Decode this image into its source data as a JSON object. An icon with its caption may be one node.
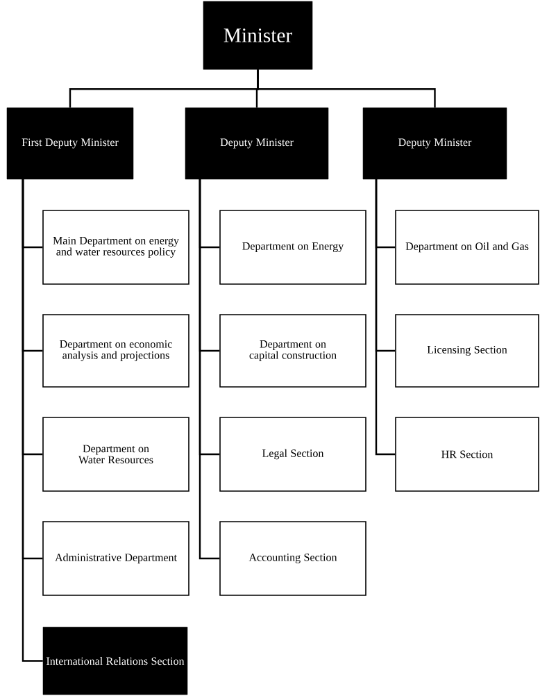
{
  "diagram": {
    "nodes": [
      {
        "text": [
          "Minister"
        ]
      },
      {
        "text": [
          "First Deputy Minister"
        ]
      },
      {
        "text": [
          "Deputy Minister"
        ]
      },
      {
        "text": [
          "Deputy Minister"
        ]
      },
      {
        "text": [
          "Main Department on energy and water resources policy"
        ]
      },
      {
        "text": [
          "Department on economic analysis and projections"
        ]
      },
      {
        "text": [
          "Department on Water Resources"
        ]
      },
      {
        "text": [
          "Administrative Department"
        ]
      },
      {
        "text": [
          "International Relations Section"
        ]
      },
      {
        "text": [
          "Department on Energy"
        ]
      },
      {
        "text": [
          "Department on capital construction"
        ]
      },
      {
        "text": [
          "Legal Section"
        ]
      },
      {
        "text": [
          "Accounting Section"
        ]
      },
      {
        "text": [
          "Department on Oil and Gas"
        ]
      },
      {
        "text": [
          "Licensing Section"
        ]
      },
      {
        "text": [
          "HR Section"
        ]
      }
    ],
    "edges": [
      {
        "from": 0,
        "to": 1,
        "arrow": "none"
      },
      {
        "from": 0,
        "to": 2,
        "arrow": "none"
      },
      {
        "from": 0,
        "to": 3,
        "arrow": "none"
      },
      {
        "from": 1,
        "to": 4,
        "arrow": "none"
      },
      {
        "from": 1,
        "to": 5,
        "arrow": "none"
      },
      {
        "from": 1,
        "to": 6,
        "arrow": "none"
      },
      {
        "from": 1,
        "to": 7,
        "arrow": "none"
      },
      {
        "from": 1,
        "to": 8,
        "arrow": "none"
      },
      {
        "from": 2,
        "to": 9,
        "arrow": "none"
      },
      {
        "from": 2,
        "to": 10,
        "arrow": "none"
      },
      {
        "from": 2,
        "to": 11,
        "arrow": "none"
      },
      {
        "from": 2,
        "to": 12,
        "arrow": "none"
      },
      {
        "from": 3,
        "to": 13,
        "arrow": "none"
      },
      {
        "from": 3,
        "to": 14,
        "arrow": "none"
      },
      {
        "from": 3,
        "to": 15,
        "arrow": "none"
      }
    ]
  }
}
